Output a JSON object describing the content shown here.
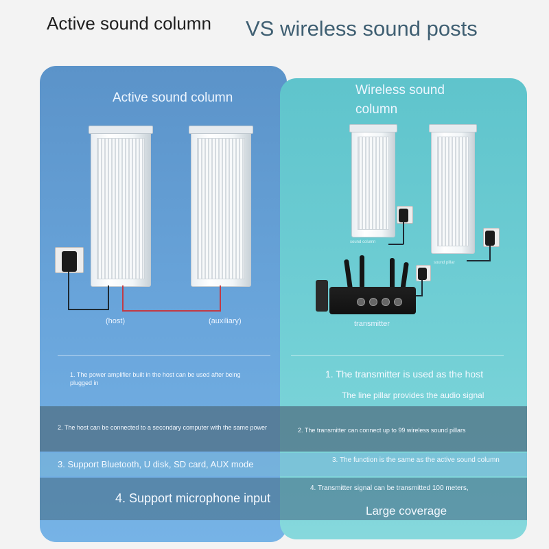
{
  "header": {
    "left_title": "Active sound column",
    "right_title": "VS wireless sound posts"
  },
  "left_panel": {
    "title": "Active sound column",
    "label_host": "(host)",
    "label_auxiliary": "(auxiliary)",
    "feature_1": "1. The power amplifier built in the host can be used after being plugged in",
    "feature_2": "2. The host can be connected to a secondary computer with the same power",
    "feature_3": "3. Support Bluetooth, U disk, SD card, AUX mode",
    "feature_4": "4. Support microphone input",
    "colors": {
      "panel": "#5b93c9"
    }
  },
  "right_panel": {
    "title": "Wireless sound column",
    "label_sound_column": "sound column",
    "label_sound_pillar": "sound pillar",
    "label_transmitter": "transmitter",
    "feature_1": "1. The transmitter is used as the host",
    "feature_1b": "The line pillar provides the audio signal",
    "feature_2": "2. The transmitter can connect up to 99 wireless sound pillars",
    "feature_3": "3. The function is the same as the active sound column",
    "feature_4": "4. Transmitter signal can be transmitted 100 meters,",
    "feature_4b": "Large coverage",
    "colors": {
      "panel": "#5fc4cc"
    }
  }
}
